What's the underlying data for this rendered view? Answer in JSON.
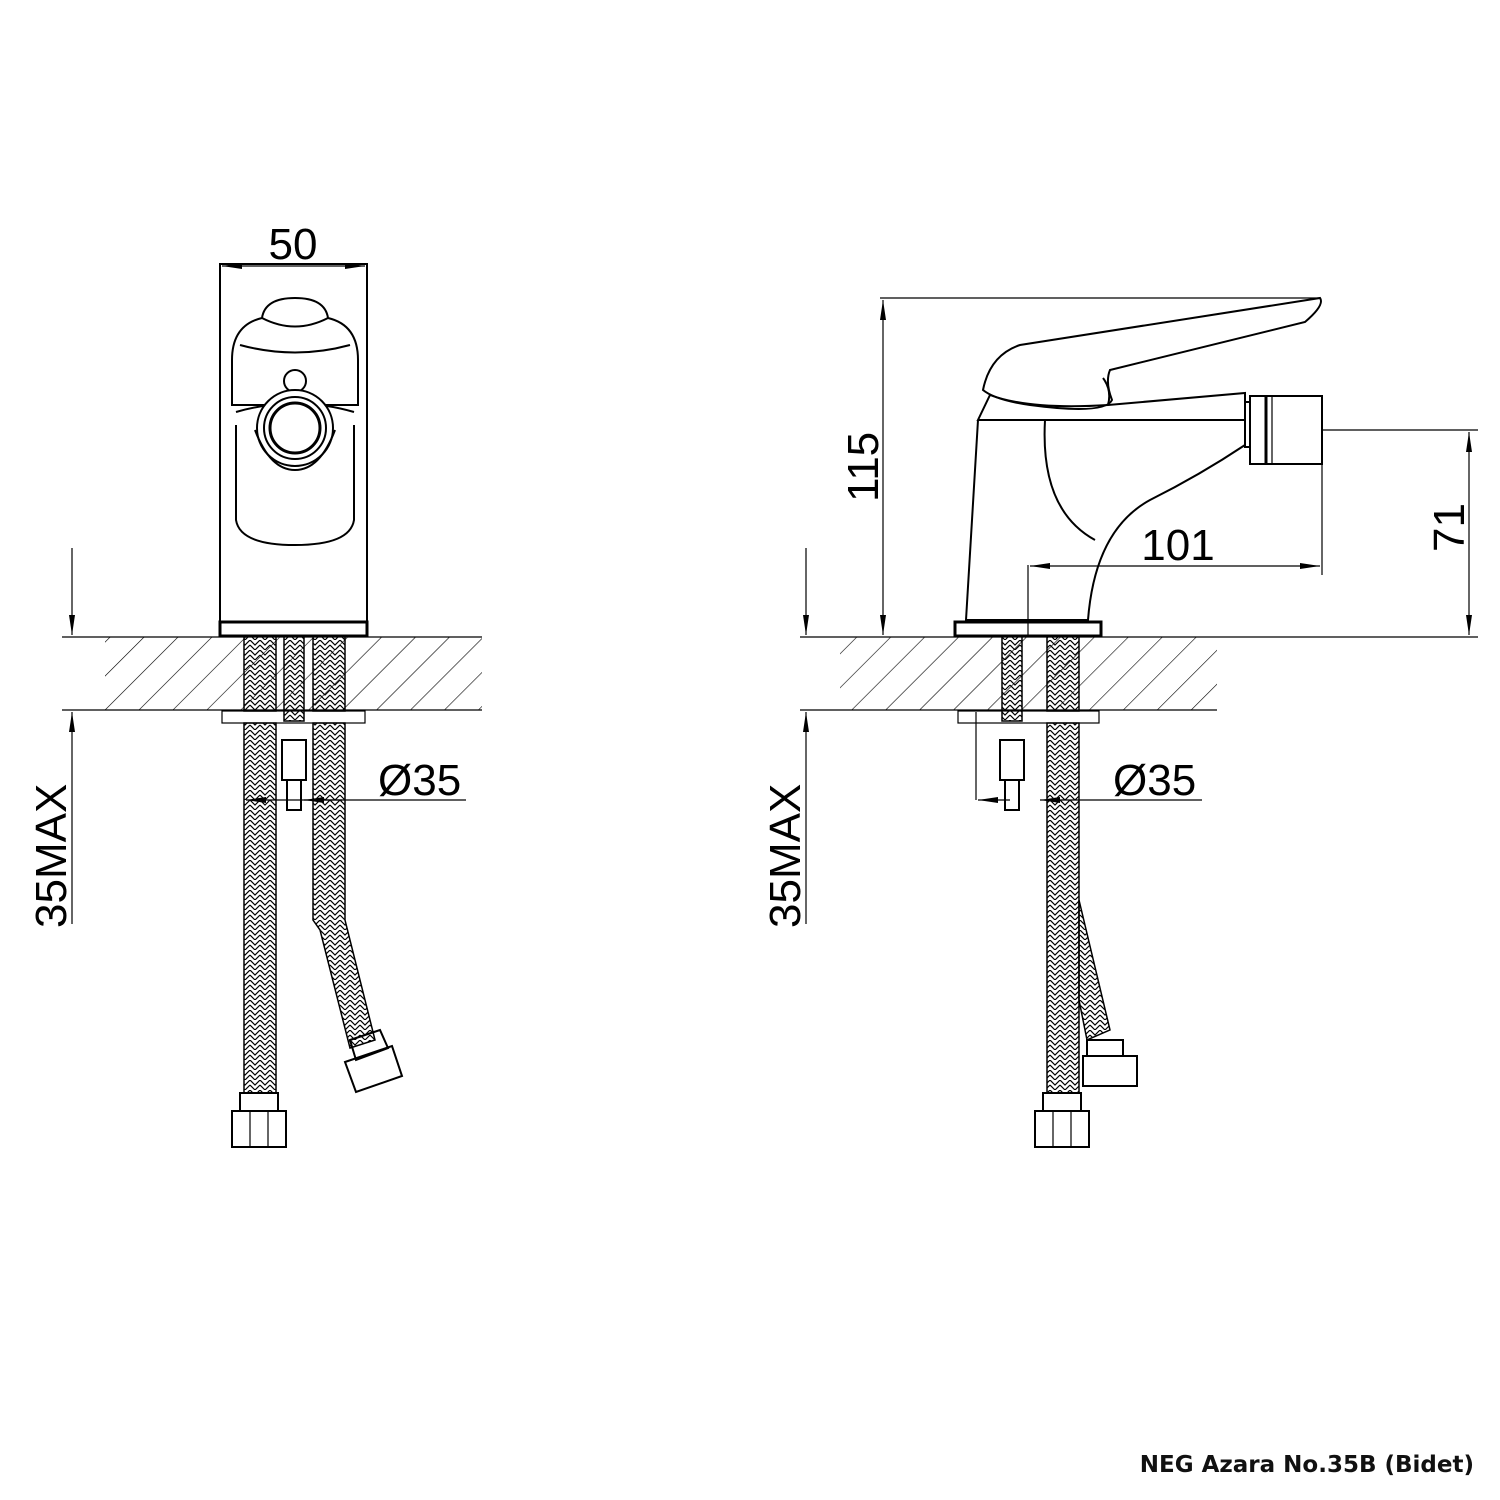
{
  "caption": "NEG Azara No.35B (Bidet)",
  "front_view": {
    "width_dim": "50",
    "hole_dim": "Ø35",
    "thickness_dim": "35MAX"
  },
  "side_view": {
    "height_dim": "115",
    "reach_dim": "101",
    "outlet_height_dim": "71",
    "hole_dim": "Ø35",
    "thickness_dim": "35MAX"
  },
  "colors": {
    "line": "#000000",
    "background": "#ffffff"
  }
}
